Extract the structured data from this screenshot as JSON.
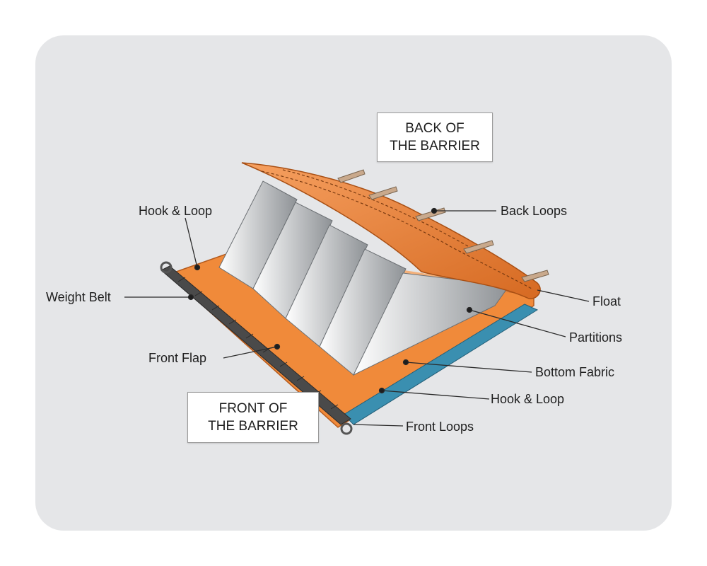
{
  "boxes": {
    "back": {
      "line1": "BACK OF",
      "line2": "THE BARRIER"
    },
    "front": {
      "line1": "FRONT OF",
      "line2": "THE BARRIER"
    }
  },
  "callouts": {
    "hook_loop_top": "Hook & Loop",
    "weight_belt": "Weight Belt",
    "front_flap": "Front Flap",
    "back_loops": "Back Loops",
    "float": "Float",
    "partitions": "Partitions",
    "bottom_fabric": "Bottom Fabric",
    "hook_loop_bottom": "Hook & Loop",
    "front_loops": "Front Loops"
  },
  "colors": {
    "card_background": "#e5e6e8",
    "fabric_orange": "#f08a3a",
    "float_orange": "#e57a2e",
    "partition_gray": "#b9bcc0",
    "weight_belt": "#4a4a4a",
    "hook_loop_blue": "#3a8fb0"
  }
}
